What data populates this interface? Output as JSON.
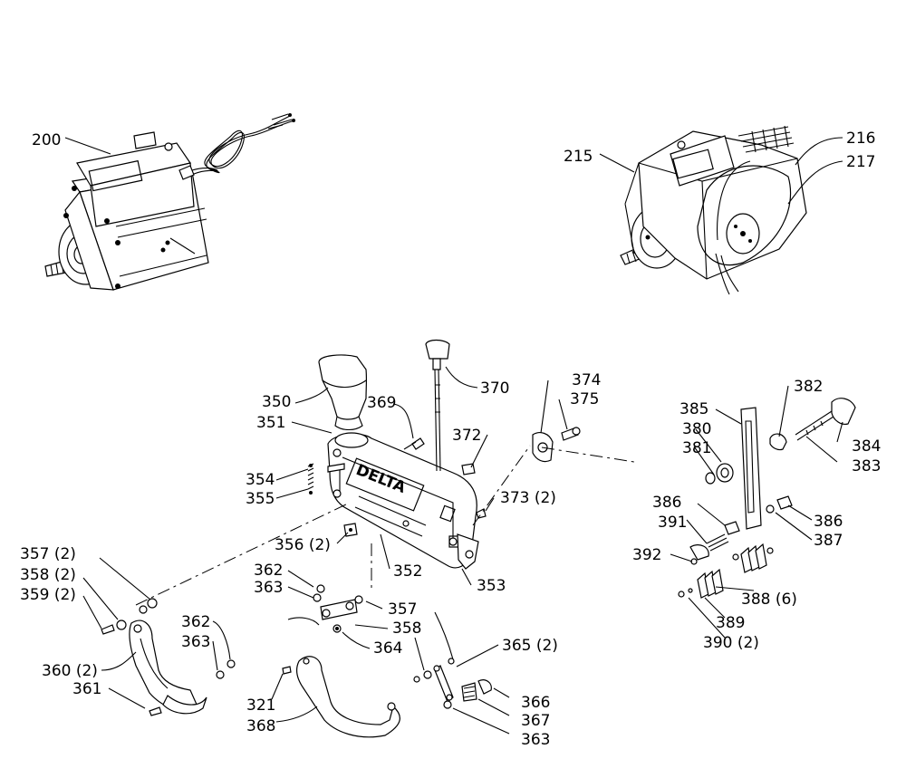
{
  "labels": {
    "l200": "200",
    "l215": "215",
    "l216": "216",
    "l217": "217",
    "l350": "350",
    "l351": "351",
    "l369": "369",
    "l370": "370",
    "l372": "372",
    "l374": "374",
    "l375": "375",
    "l373": "373 (2)",
    "l354": "354",
    "l355": "355",
    "l356": "356 (2)",
    "l352": "352",
    "l353": "353",
    "l357a": "357 (2)",
    "l358a": "358 (2)",
    "l359": "359 (2)",
    "l360": "360 (2)",
    "l361": "361",
    "l362a": "362",
    "l363a": "363",
    "l362b": "362",
    "l363b": "363",
    "l357b": "357",
    "l358b": "358",
    "l364": "364",
    "l365": "365 (2)",
    "l366": "366",
    "l367": "367",
    "l363c": "363",
    "l321": "321",
    "l368": "368",
    "l382": "382",
    "l385": "385",
    "l380": "380",
    "l381": "381",
    "l384": "384",
    "l383": "383",
    "l386a": "386",
    "l386b": "386",
    "l391": "391",
    "l387": "387",
    "l392": "392",
    "l388": "388 (6)",
    "l389": "389",
    "l390": "390 (2)"
  },
  "brand": "DELTA"
}
